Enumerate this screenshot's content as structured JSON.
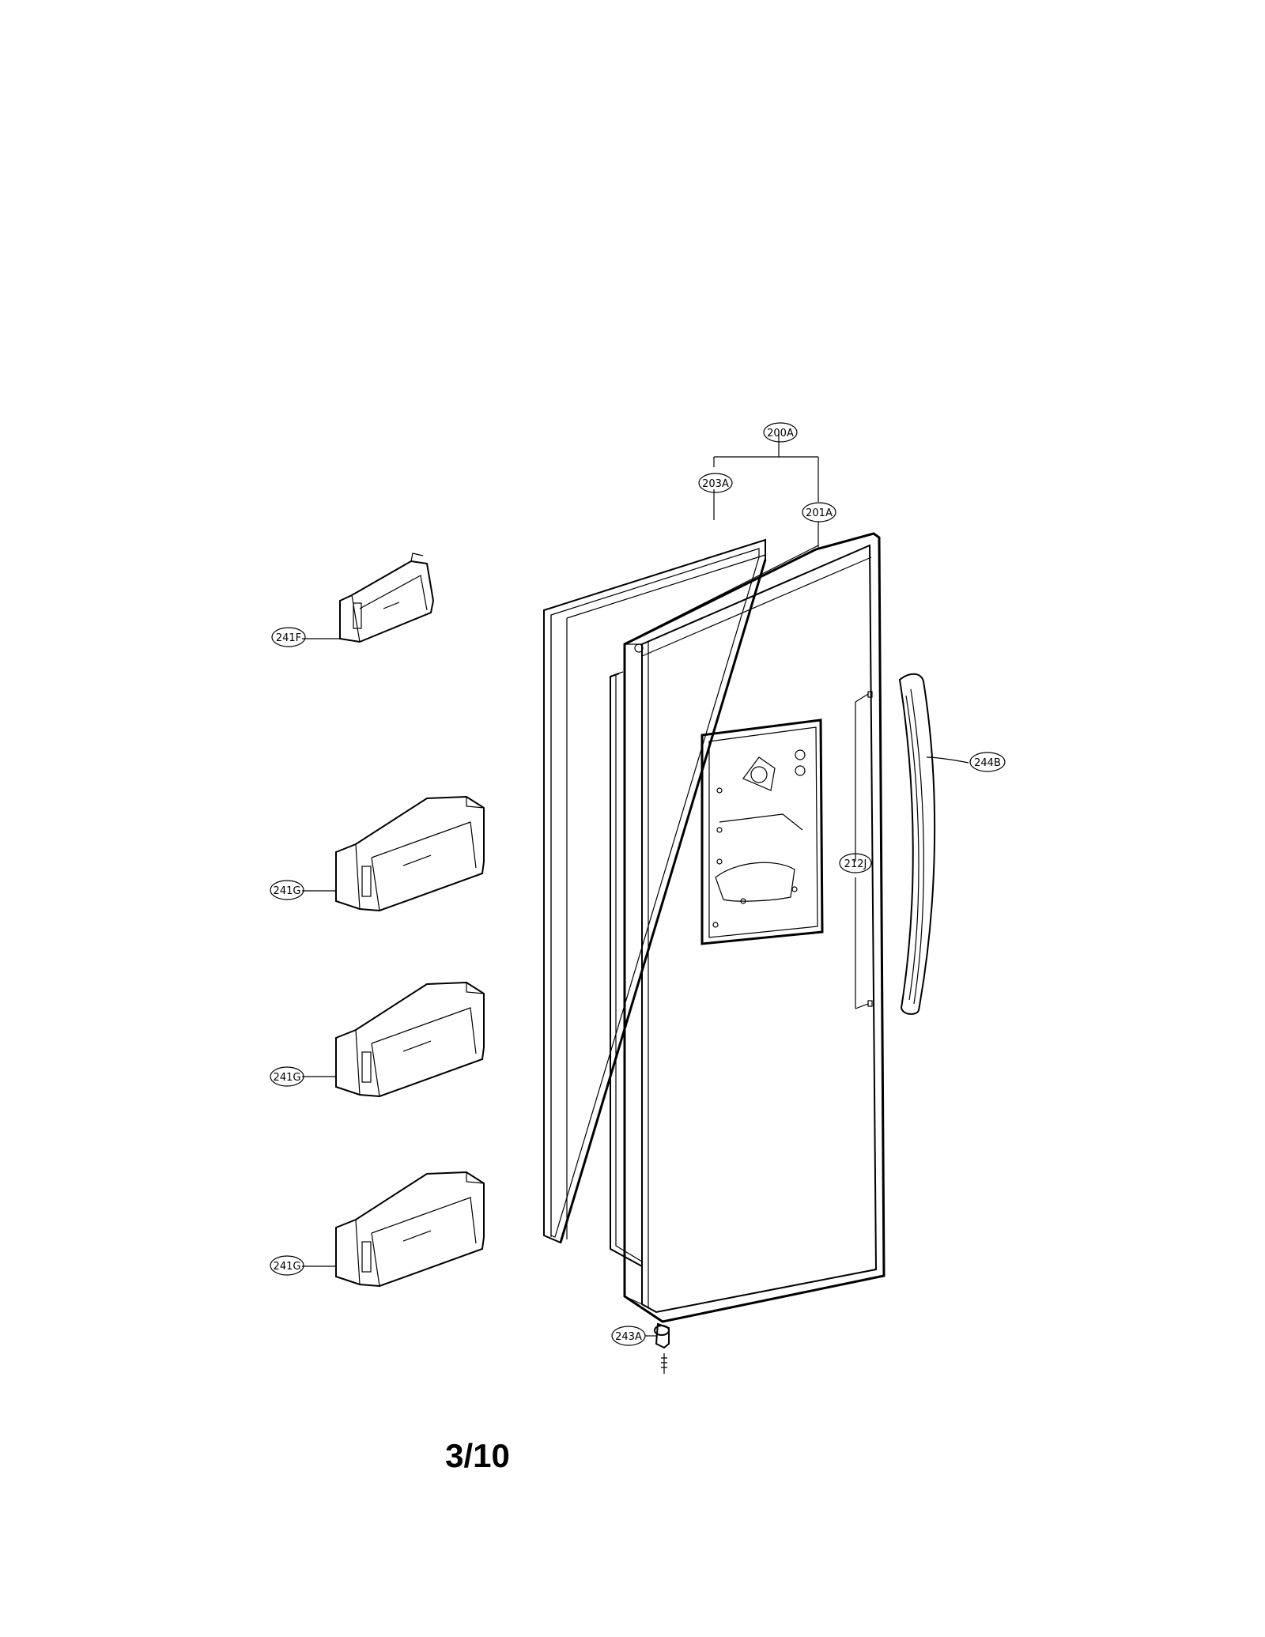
{
  "parts": {
    "p200A": "200A",
    "p203A": "203A",
    "p201A": "201A",
    "p241F": "241F",
    "p244B": "244B",
    "p212J": "212J",
    "p241G_1": "241G",
    "p241G_2": "241G",
    "p241G_3": "241G",
    "p243A": "243A"
  },
  "page_number": "3/10",
  "colors": {
    "ink": "#000000",
    "paper": "#ffffff"
  }
}
